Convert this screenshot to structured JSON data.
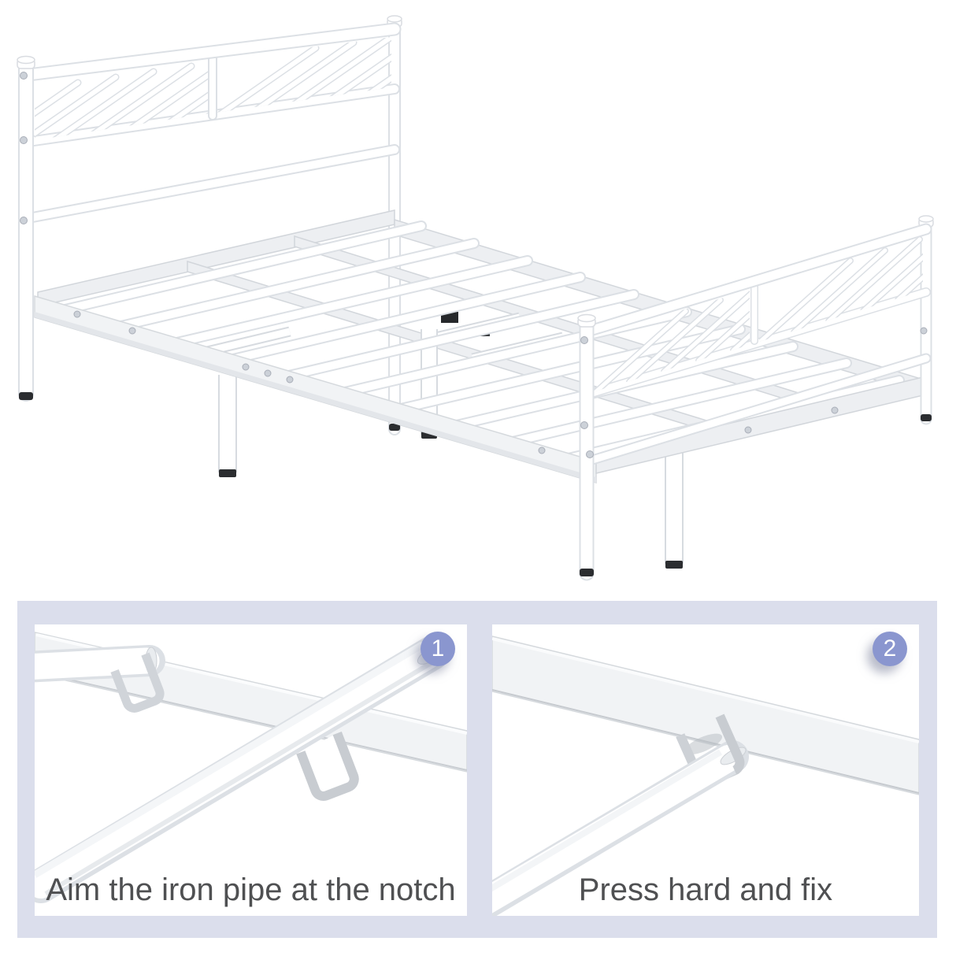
{
  "page": {
    "background": "#ffffff"
  },
  "bed_illustration": {
    "label": "White metal bed frame with chevron headboard and footboard, steel slats and support legs",
    "frame_color": "#ffffff",
    "outline_color": "#dde1e6",
    "foot_cap_color": "#2b2d30"
  },
  "instructions": {
    "panel_background": "#dbdeec",
    "card_background": "#ffffff",
    "badge": {
      "fill": "#8a96cf",
      "text_color": "#ffffff"
    },
    "caption_color": "#4f5052",
    "steps": [
      {
        "number": "1",
        "caption": "Aim the iron pipe at the notch"
      },
      {
        "number": "2",
        "caption": "Press hard and fix"
      }
    ]
  }
}
